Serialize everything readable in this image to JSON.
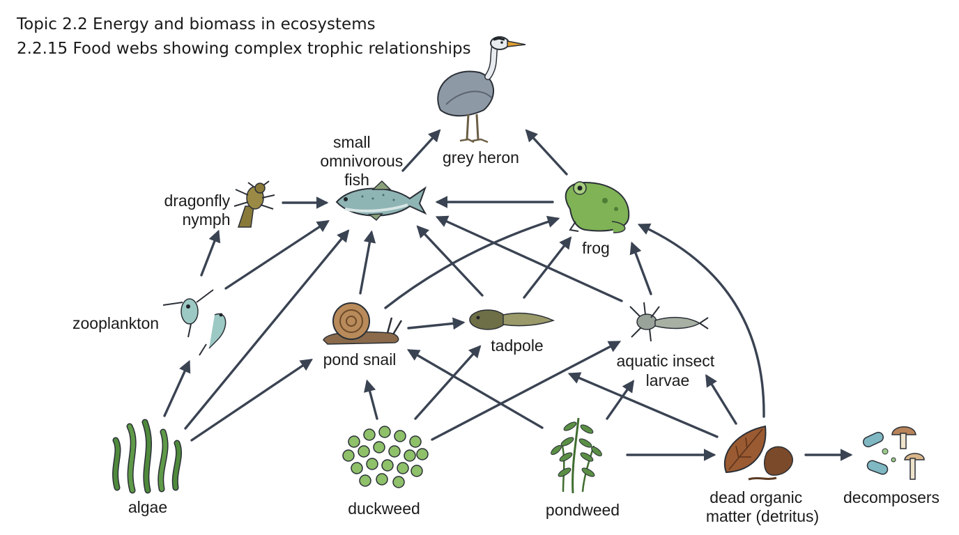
{
  "header": {
    "topic": "Topic 2.2 Energy and biomass in ecosystems",
    "subtopic": "2.2.15 Food webs showing complex trophic relationships"
  },
  "organisms": {
    "grey_heron": {
      "label": "grey heron",
      "icon": "heron-icon"
    },
    "small_fish": {
      "label_lines": [
        "small",
        "omnivorous",
        "fish"
      ],
      "icon": "fish-icon"
    },
    "dragonfly_nymph": {
      "label_lines": [
        "dragonfly",
        "nymph"
      ],
      "icon": "dragonfly-nymph-icon"
    },
    "frog": {
      "label": "frog",
      "icon": "frog-icon"
    },
    "zooplankton": {
      "label": "zooplankton",
      "icon": "zooplankton-icon"
    },
    "pond_snail": {
      "label": "pond snail",
      "icon": "snail-icon"
    },
    "tadpole": {
      "label": "tadpole",
      "icon": "tadpole-icon"
    },
    "aquatic_insect_larvae": {
      "label_lines": [
        "aquatic insect",
        "larvae"
      ],
      "icon": "insect-larva-icon"
    },
    "algae": {
      "label": "algae",
      "icon": "algae-icon"
    },
    "duckweed": {
      "label": "duckweed",
      "icon": "duckweed-icon"
    },
    "pondweed": {
      "label": "pondweed",
      "icon": "pondweed-icon"
    },
    "detritus": {
      "label_lines": [
        "dead organic",
        "matter (detritus)"
      ],
      "icon": "dead-leaf-icon"
    },
    "decomposers": {
      "label": "decomposers",
      "icon": "microbe-mushroom-icon"
    }
  },
  "colors": {
    "arrow": "#3a4352",
    "plant_green": "#4f8a3c",
    "heron_grey": "#8e99a6"
  }
}
